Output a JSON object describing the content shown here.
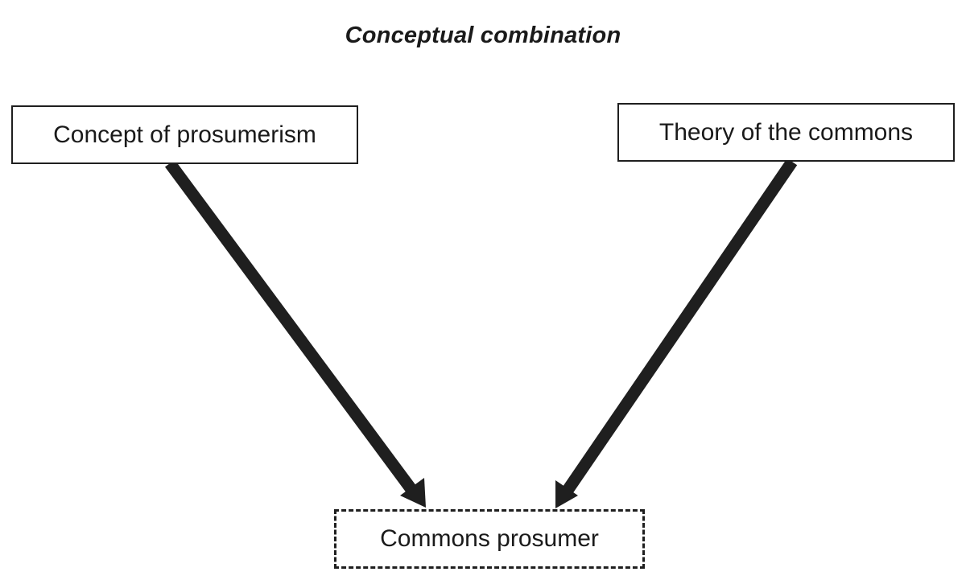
{
  "diagram": {
    "title": "Conceptual combination",
    "nodes": [
      {
        "id": "prosumerism",
        "label": "Concept of prosumerism",
        "border": "solid"
      },
      {
        "id": "commons",
        "label": "Theory of the commons",
        "border": "solid"
      },
      {
        "id": "commons-prosumer",
        "label": "Commons prosumer",
        "border": "dashed"
      }
    ],
    "edges": [
      {
        "from": "prosumerism",
        "to": "commons-prosumer"
      },
      {
        "from": "commons",
        "to": "commons-prosumer"
      }
    ],
    "colors": {
      "arrow": "#1f1f1f",
      "box_border": "#1f1f1f",
      "text": "#1a1a1a",
      "background": "#ffffff"
    }
  }
}
